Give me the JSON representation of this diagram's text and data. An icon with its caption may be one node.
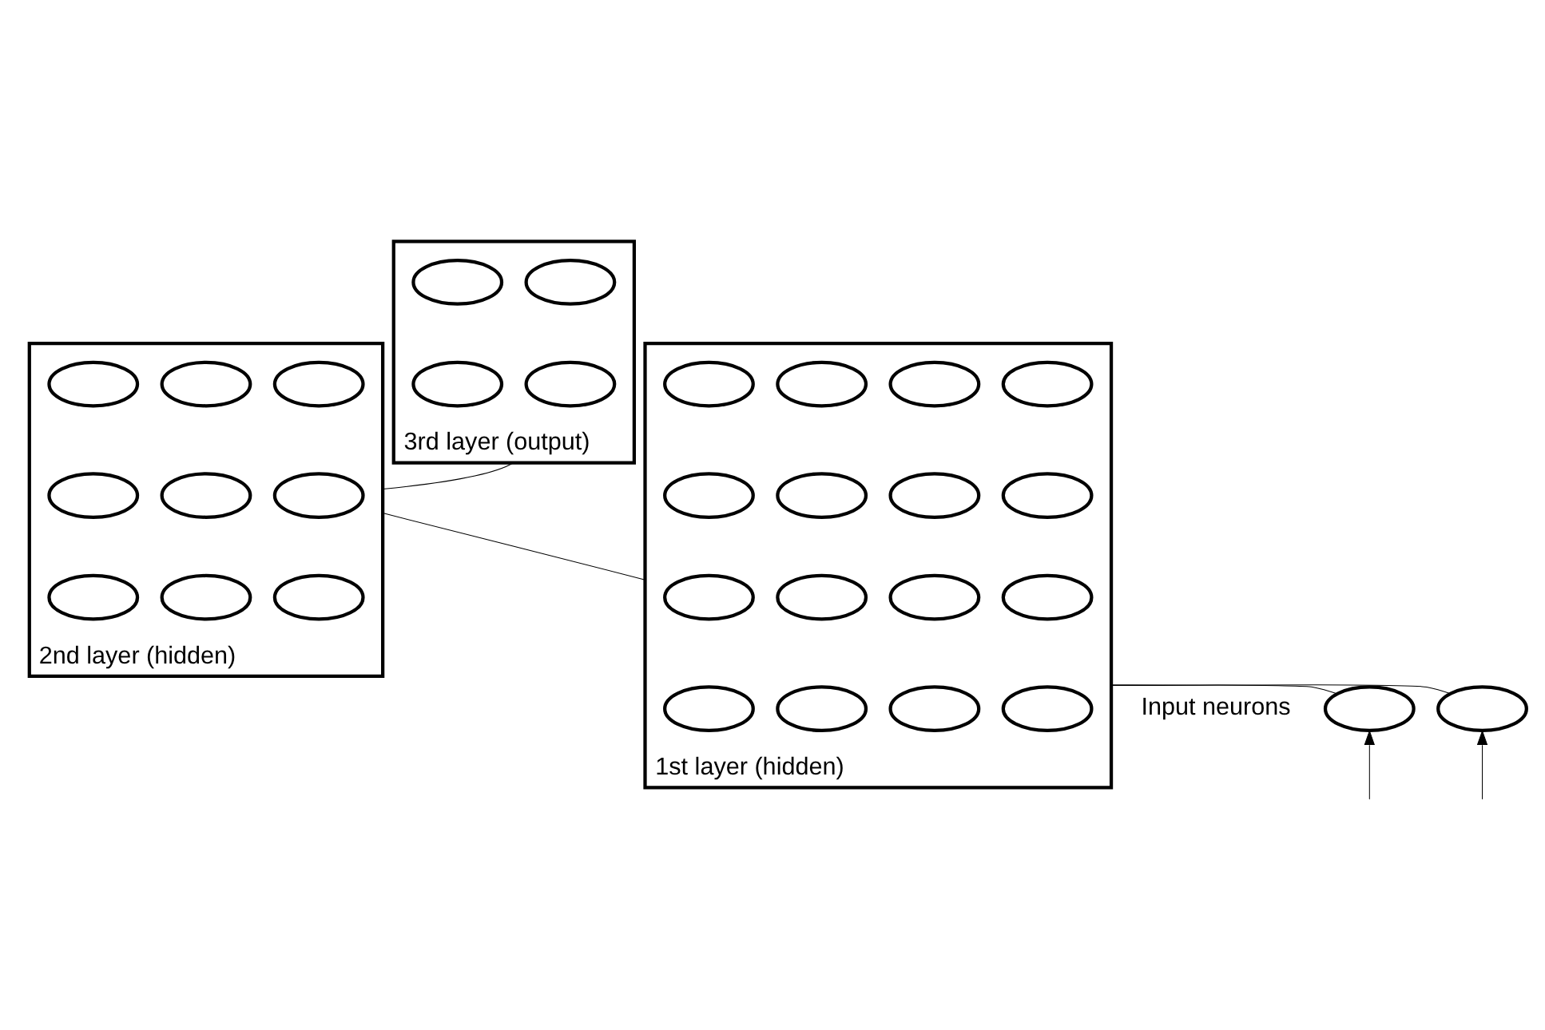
{
  "diagram": {
    "nodes": [
      {
        "text": [
          "3rd layer (output)"
        ]
      },
      {
        "text": [],
        "shape": "circle",
        "in": 0
      },
      {
        "text": [],
        "shape": "circle",
        "in": 0
      },
      {
        "text": [],
        "shape": "circle",
        "in": 0
      },
      {
        "text": [],
        "shape": "circle",
        "in": 0
      },
      {
        "text": [
          "2nd layer (hidden)"
        ]
      },
      {
        "text": [],
        "shape": "circle",
        "in": 5
      },
      {
        "text": [],
        "shape": "circle",
        "in": 5
      },
      {
        "text": [],
        "shape": "circle",
        "in": 5
      },
      {
        "text": [],
        "shape": "circle",
        "in": 5
      },
      {
        "text": [],
        "shape": "circle",
        "in": 5
      },
      {
        "text": [],
        "shape": "circle",
        "in": 5
      },
      {
        "text": [],
        "shape": "circle",
        "in": 5
      },
      {
        "text": [],
        "shape": "circle",
        "in": 5
      },
      {
        "text": [],
        "shape": "circle",
        "in": 5
      },
      {
        "text": [
          "1st layer (hidden)"
        ]
      },
      {
        "text": [],
        "shape": "circle",
        "in": 15
      },
      {
        "text": [],
        "shape": "circle",
        "in": 15
      },
      {
        "text": [],
        "shape": "circle",
        "in": 15
      },
      {
        "text": [],
        "shape": "circle",
        "in": 15
      },
      {
        "text": [],
        "shape": "circle",
        "in": 15
      },
      {
        "text": [],
        "shape": "circle",
        "in": 15
      },
      {
        "text": [],
        "shape": "circle",
        "in": 15
      },
      {
        "text": [],
        "shape": "circle",
        "in": 15
      },
      {
        "text": [],
        "shape": "circle",
        "in": 15
      },
      {
        "text": [],
        "shape": "circle",
        "in": 15
      },
      {
        "text": [],
        "shape": "circle",
        "in": 15
      },
      {
        "text": [],
        "shape": "circle",
        "in": 15
      },
      {
        "text": [],
        "shape": "circle",
        "in": 15
      },
      {
        "text": [],
        "shape": "circle",
        "in": 15
      },
      {
        "text": [],
        "shape": "circle",
        "in": 15
      },
      {
        "text": [],
        "shape": "circle",
        "in": 15
      },
      {
        "text": [],
        "shape": "circle"
      },
      {
        "text": [],
        "shape": "circle"
      }
    ],
    "edges": [
      {
        "from": null,
        "to": 32,
        "arrow": "to"
      },
      {
        "from": null,
        "to": 33,
        "arrow": "to"
      },
      {
        "from": 32,
        "to": 15,
        "arrow": "none"
      },
      {
        "from": 33,
        "to": 15,
        "arrow": "none"
      },
      {
        "from": 15,
        "to": 5,
        "arrow": "none"
      },
      {
        "from": 5,
        "to": 0,
        "arrow": "none"
      }
    ],
    "labels": [
      "Input neurons"
    ]
  }
}
